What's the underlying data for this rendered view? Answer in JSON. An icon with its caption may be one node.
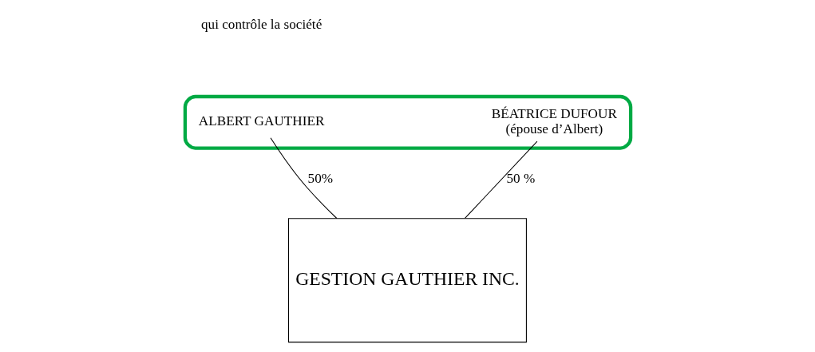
{
  "diagram": {
    "nodes": [
      {
        "text": [],
        "shape": "ellipse"
      },
      {
        "text": [
          "ALBERT GAUTHIER"
        ],
        "in": 0
      },
      {
        "text": [
          "BÉATRICE DUFOUR",
          "(épouse d’Albert)"
        ],
        "in": 0
      },
      {
        "text": [
          "GESTION GAUTHIER INC."
        ]
      }
    ],
    "edges": [
      {
        "from": 1,
        "to": 3,
        "arrow": "none",
        "label": "50%"
      },
      {
        "from": 2,
        "to": 3,
        "arrow": "none",
        "label": "50 %"
      }
    ],
    "labels": [
      "qui contrôle la société"
    ]
  }
}
